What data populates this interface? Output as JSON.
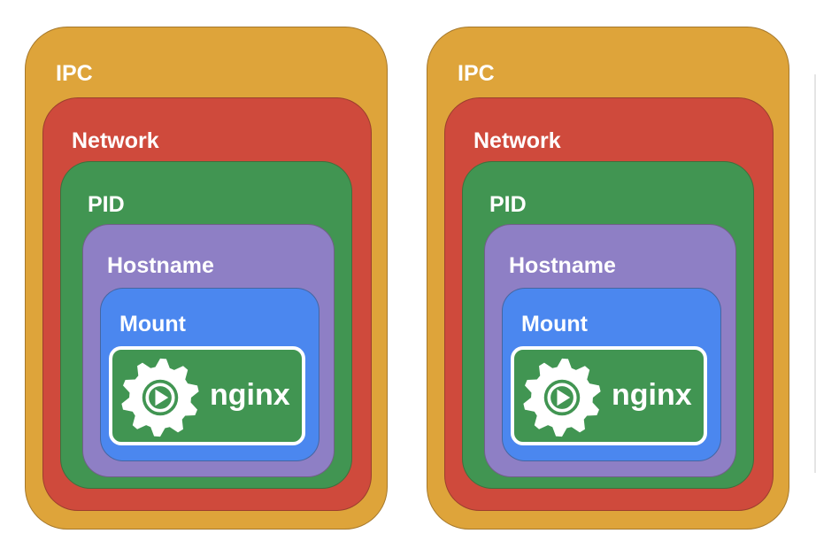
{
  "colors": {
    "ipc": "#dea43a",
    "network": "#cf4a3c",
    "pid": "#419552",
    "hostname": "#8e7fc5",
    "mount": "#4b87ef",
    "app": "#419552",
    "text": "#ffffff"
  },
  "containers": [
    {
      "ipc_label": "IPC",
      "network_label": "Network",
      "pid_label": "PID",
      "hostname_label": "Hostname",
      "mount_label": "Mount",
      "process": {
        "icon": "gear-play-icon",
        "name": "nginx"
      }
    },
    {
      "ipc_label": "IPC",
      "network_label": "Network",
      "pid_label": "PID",
      "hostname_label": "Hostname",
      "mount_label": "Mount",
      "process": {
        "icon": "gear-play-icon",
        "name": "nginx"
      }
    }
  ]
}
